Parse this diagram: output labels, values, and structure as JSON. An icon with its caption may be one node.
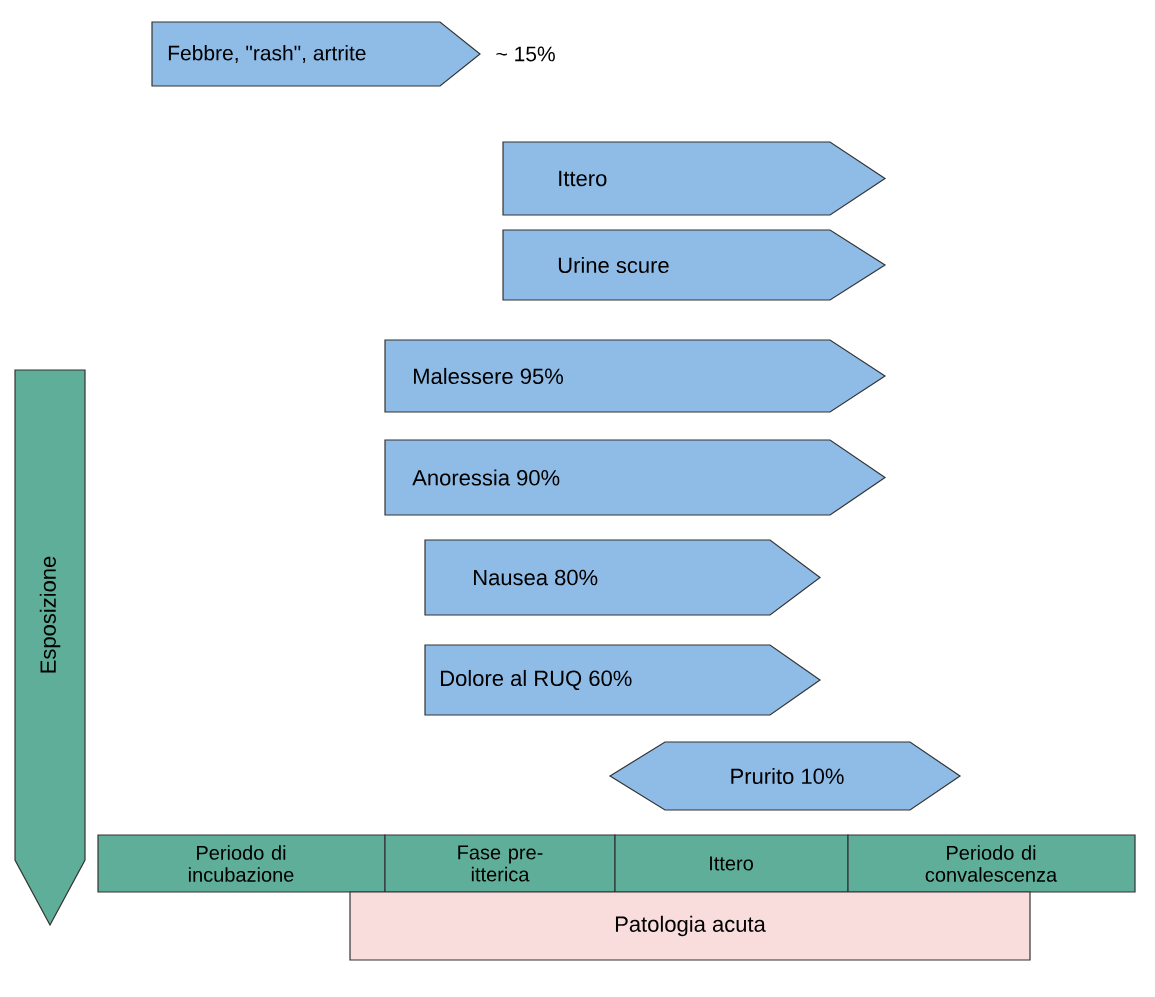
{
  "diagram": {
    "nodes": [
      {
        "text": [
          "Febbre, \"rash\", artrite"
        ],
        "beside": [
          "~ 15%"
        ]
      },
      {
        "text": [
          "Ittero"
        ]
      },
      {
        "text": [
          "Urine scure"
        ]
      },
      {
        "text": [
          "Malessere 95%"
        ]
      },
      {
        "text": [
          "Anoressia 90%"
        ]
      },
      {
        "text": [
          "Nausea 80%"
        ]
      },
      {
        "text": [
          "Dolore al RUQ 60%"
        ]
      },
      {
        "text": [
          "Prurito 10%"
        ]
      },
      {
        "text": [
          "Esposizione"
        ]
      },
      {
        "text": [
          "Periodo di incubazione"
        ]
      },
      {
        "text": [
          "Fase pre-itterica"
        ]
      },
      {
        "text": [
          "Ittero"
        ]
      },
      {
        "text": [
          "Periodo di convalescenza"
        ]
      },
      {
        "text": [
          "Patologia acuta"
        ]
      }
    ]
  }
}
